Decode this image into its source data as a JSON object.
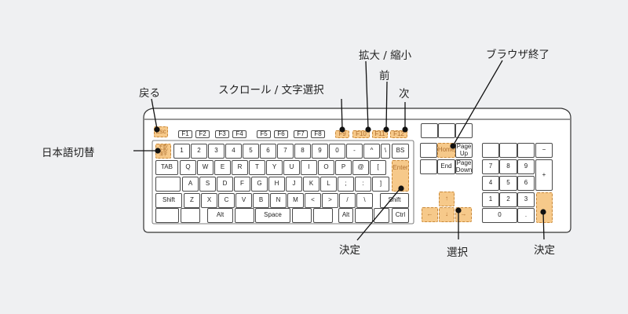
{
  "colors": {
    "background": "#eff0f2",
    "highlight": "#f6c98a",
    "highlight_border": "#c9893a",
    "line": "#111111"
  },
  "labels": {
    "back": "戻る",
    "scroll_select": "スクロール / 文字選択",
    "zoom": "拡大 / 縮小",
    "prev": "前",
    "next": "次",
    "close_browser": "ブラウザ終了",
    "ime_toggle": "日本語切替",
    "confirm_left": "決定",
    "select": "選択",
    "confirm_right": "決定"
  },
  "keys": {
    "esc": "Esc",
    "f1": "F1",
    "f2": "F2",
    "f3": "F3",
    "f4": "F4",
    "f5": "F5",
    "f6": "F6",
    "f7": "F7",
    "f8": "F8",
    "f9": "F9",
    "f10": "F10",
    "f11": "F11",
    "f12": "F12",
    "hankaku": "半角/\n全角/\n漢字",
    "n1": "1",
    "n2": "2",
    "n3": "3",
    "n4": "4",
    "n5": "5",
    "n6": "6",
    "n7": "7",
    "n8": "8",
    "n9": "9",
    "n0": "0",
    "minus": "-",
    "caret": "^",
    "yen": "\\",
    "bs": "BS",
    "tab": "TAB",
    "q": "Q",
    "w": "W",
    "e": "E",
    "r": "R",
    "t": "T",
    "y": "Y",
    "u": "U",
    "i": "I",
    "o": "O",
    "p": "P",
    "at": "@",
    "lbracket": "[",
    "enter": "Enter",
    "a": "A",
    "s": "S",
    "d": "D",
    "f": "F",
    "g": "G",
    "h": "H",
    "j": "J",
    "k": "K",
    "l": "L",
    "semicolon": ";",
    "colon": ":",
    "rbracket": "]",
    "shift_l": "Shift",
    "z": "Z",
    "x": "X",
    "c": "C",
    "v": "V",
    "b": "B",
    "n": "N",
    "m": "M",
    "lt": "<",
    "gt": ">",
    "slash": "/",
    "backslash": "\\",
    "shift_r": "Shift",
    "alt_l": "Alt",
    "space": "Space",
    "alt_r": "Alt",
    "ctrl": "Ctrl",
    "home": "Home",
    "pageup": "Page\nUp",
    "end": "End",
    "pagedown": "Page\nDown",
    "up": "↑",
    "left": "←",
    "down": "↓",
    "right": "→",
    "np_minus": "−",
    "np7": "7",
    "np8": "8",
    "np9": "9",
    "np_plus": "+",
    "np4": "4",
    "np5": "5",
    "np6": "6",
    "np1": "1",
    "np2": "2",
    "np3": "3",
    "np0": "0",
    "np_dot": "."
  }
}
